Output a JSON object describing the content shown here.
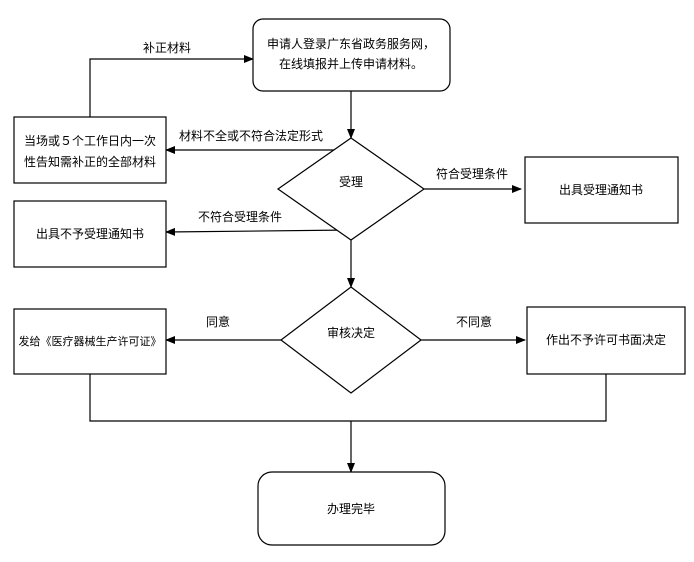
{
  "nodes": {
    "apply": {
      "line1": "申请人登录广东省政务服务网，",
      "line2": "在线填报并上传申请材料。"
    },
    "supplement_notice": {
      "line1": "当场或５个工作日内一次",
      "line2": "性告知需补正的全部材料"
    },
    "accept": {
      "label": "受理"
    },
    "accept_notice": {
      "label": "出具受理通知书"
    },
    "reject_notice": {
      "label": "出具不予受理通知书"
    },
    "review": {
      "label": "审核决定"
    },
    "issue_license": {
      "label": "发给《医疗器械生产许可证》"
    },
    "deny_decision": {
      "label": "作出不予许可书面决定"
    },
    "done": {
      "label": "办理完毕"
    }
  },
  "edges": {
    "supplement": "补正材料",
    "incomplete": "材料不全或不符合法定形式",
    "meets_conditions": "符合受理条件",
    "not_meet_conditions": "不符合受理条件",
    "agree": "同意",
    "disagree": "不同意"
  }
}
